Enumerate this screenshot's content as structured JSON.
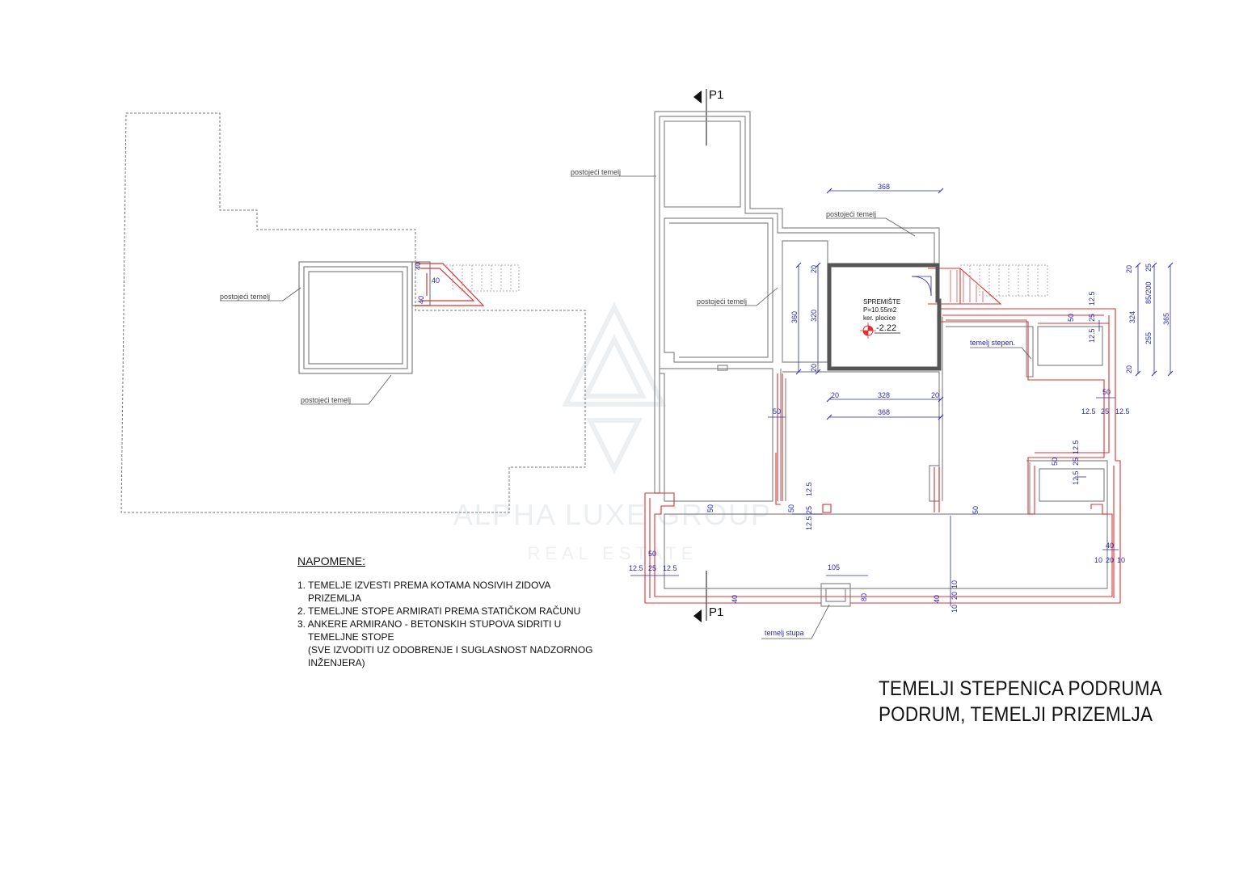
{
  "watermark": {
    "brand": "ALPHA LUXE GROUP",
    "sub": "REAL ESTATE"
  },
  "labels": {
    "section_top": "P1",
    "section_bottom": "P1",
    "existing_foundation": "postojeći temelj",
    "room_name": "SPREMIŠTE",
    "room_area": "P=10.55m2",
    "room_floor": "ker. plocice",
    "room_level": "-2.22",
    "stair_foundation": "temelj stepen.",
    "column_foundation": "temelj stupa"
  },
  "dimensions": {
    "d368": "368",
    "d328": "328",
    "d360": "360",
    "d320": "320",
    "d324": "324",
    "d255": "255",
    "d365": "365",
    "d85_200": "85/200",
    "d105": "105",
    "d80": "80",
    "d50": "50",
    "d40": "40",
    "d25": "25",
    "d20": "20",
    "d12_5": "12.5",
    "d10": "10"
  },
  "notes": {
    "title": "NAPOMENE:",
    "lines": [
      "1. TEMELJE IZVESTI PREMA KOTAMA NOSIVIH ZIDOVA",
      "PRIZEMLJA",
      "2. TEMELJNE STOPE ARMIRATI PREMA STATIČKOM RAČUNU",
      "3. ANKERE ARMIRANO - BETONSKIH STUPOVA SIDRITI U",
      "TEMELJNE STOPE",
      "(SVE IZVODITI UZ ODOBRENJE I SUGLASNOST NADZORNOG",
      "INŽENJERA)"
    ]
  },
  "title": {
    "line1": "TEMELJI STEPENICA PODRUMA",
    "line2": "PODRUM, TEMELJI PRIZEMLJA"
  },
  "colors": {
    "wall": "#8a8a8a",
    "foundation": "#e03030",
    "dimension": "#2a2ab0",
    "leader": "#555555",
    "room_wall": "#555555"
  }
}
